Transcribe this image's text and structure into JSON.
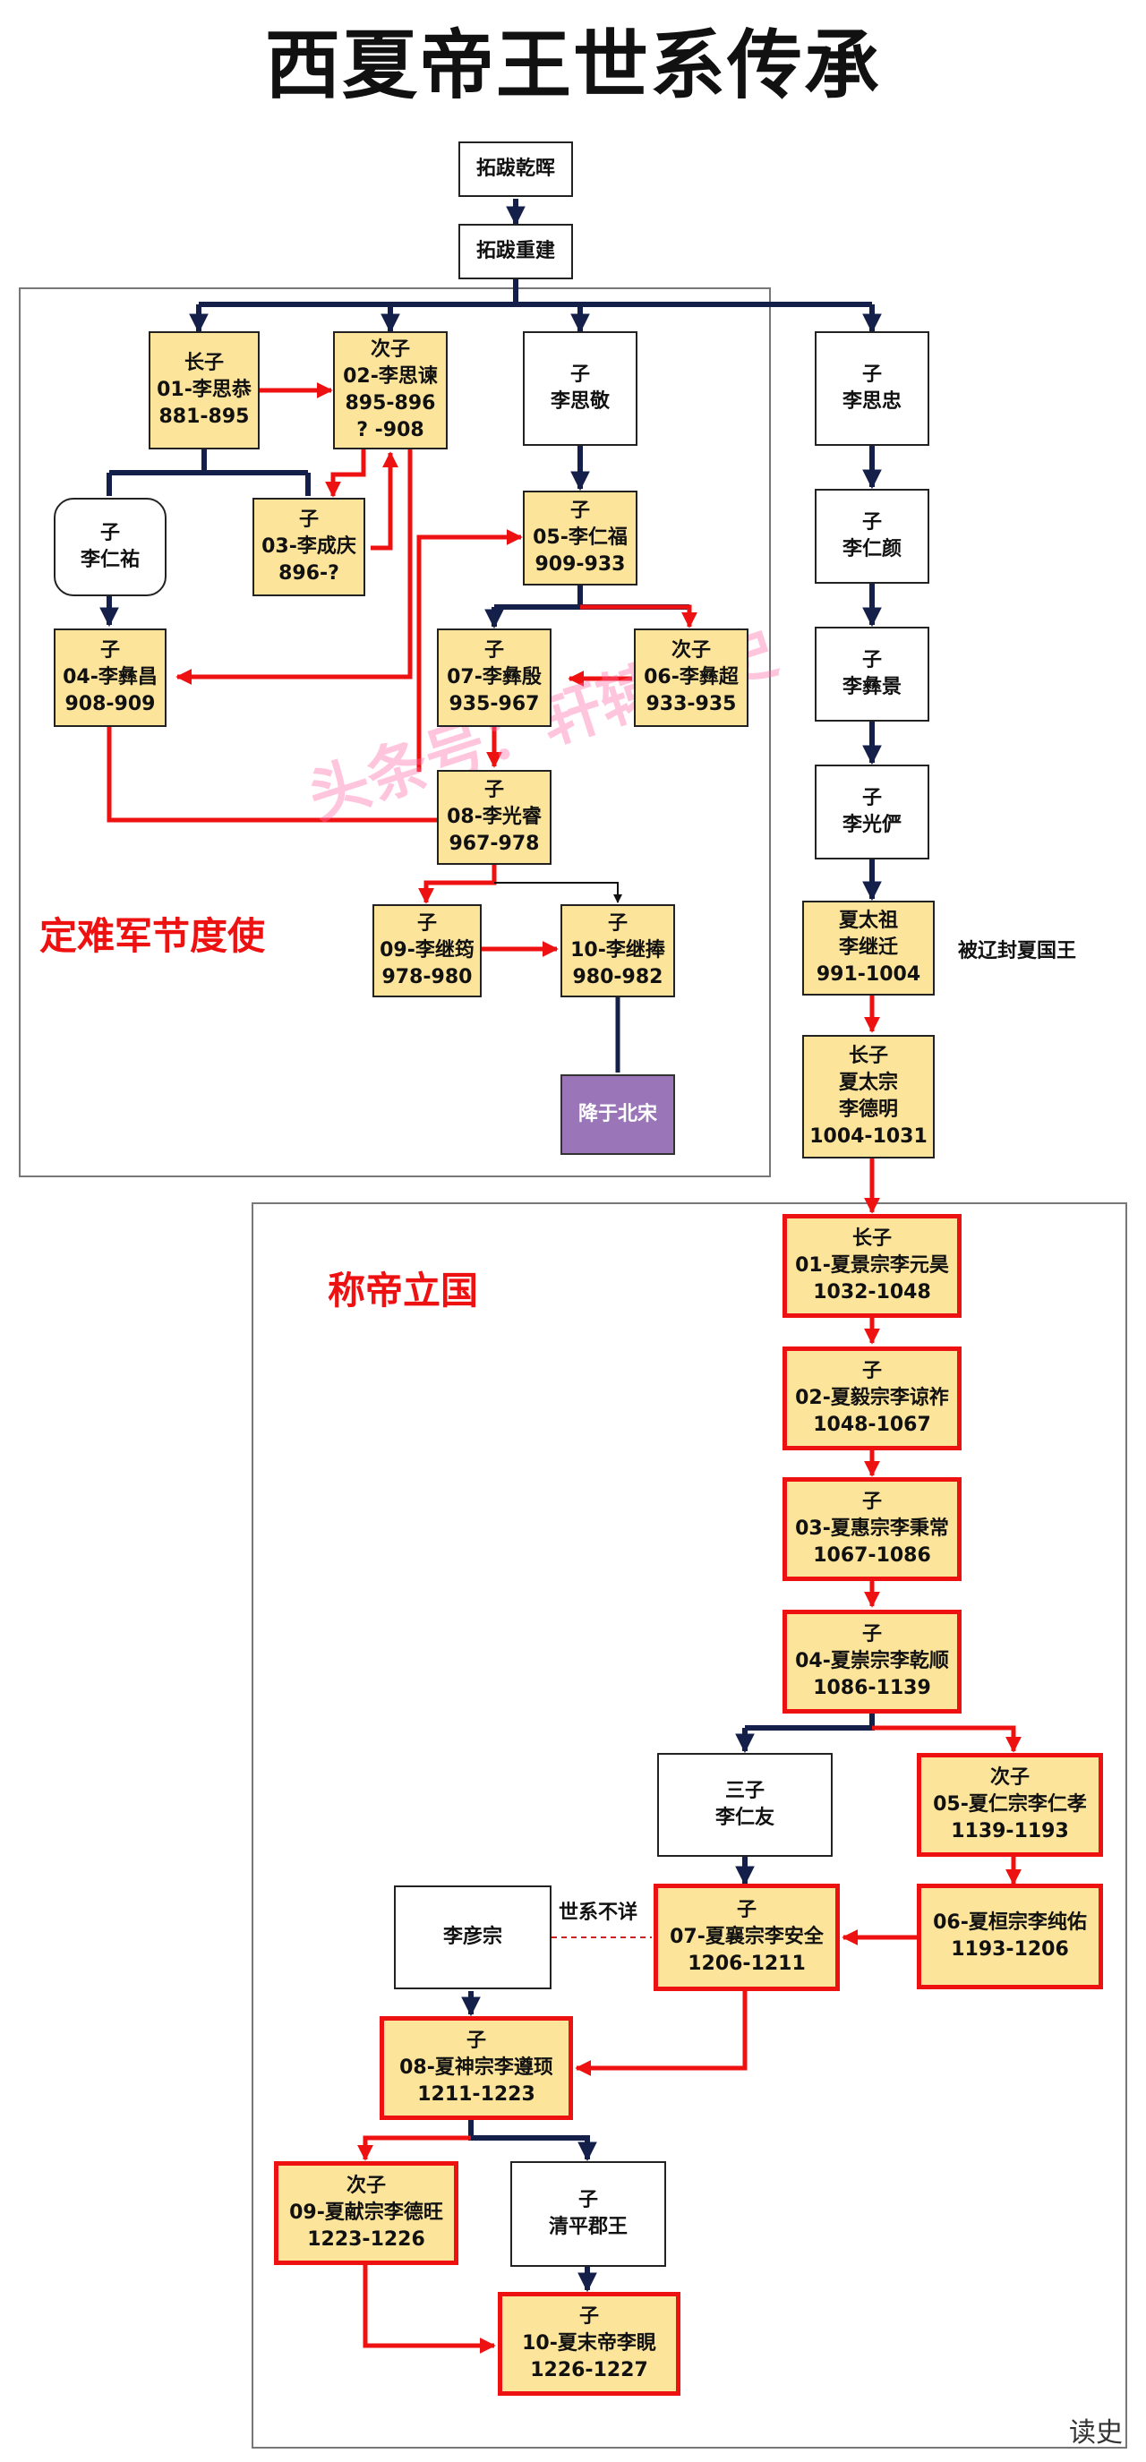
{
  "title": "西夏帝王世系传承",
  "sections": {
    "jiedushi": "定难军节度使",
    "chengdi": "称帝立国"
  },
  "notes": {
    "liao": "被辽封夏国王",
    "unknown": "世系不详"
  },
  "watermark": "头条号：轩辕读史",
  "corner_mark": "读史",
  "colors": {
    "highlight_fill": "#fce49a",
    "emperor_border": "#ee1111",
    "arrow_red": "#ee1111",
    "arrow_navy": "#14204a",
    "surrender_fill": "#9a76b8"
  },
  "nodes": {
    "tuoba_qianhui": [
      "拓跋乾晖"
    ],
    "tuoba_chongjian": [
      "拓跋重建"
    ],
    "li_sigong": [
      "长子",
      "01-李思恭",
      "881-895"
    ],
    "li_sijian": [
      "次子",
      "02-李思谏",
      "895-896",
      "? -908"
    ],
    "li_sijing": [
      "子",
      "李思敬"
    ],
    "li_sizhong": [
      "子",
      "李思忠"
    ],
    "li_renyou": [
      "子",
      "李仁祐"
    ],
    "li_chengqing": [
      "子",
      "03-李成庆",
      "896-?"
    ],
    "li_renfu": [
      "子",
      "05-李仁福",
      "909-933"
    ],
    "li_renyan": [
      "子",
      "李仁颜"
    ],
    "li_yichang": [
      "子",
      "04-李彝昌",
      "908-909"
    ],
    "li_yiyin": [
      "子",
      "07-李彝殷",
      "935-967"
    ],
    "li_yichao": [
      "次子",
      "06-李彝超",
      "933-935"
    ],
    "li_yijing": [
      "子",
      "李彝景"
    ],
    "li_guangrui": [
      "子",
      "08-李光睿",
      "967-978"
    ],
    "li_guangyan": [
      "子",
      "李光俨"
    ],
    "li_jiyun": [
      "子",
      "09-李继筠",
      "978-980"
    ],
    "li_jipeng": [
      "子",
      "10-李继捧",
      "980-982"
    ],
    "surrender": [
      "降于北宋"
    ],
    "li_jiqian": [
      "夏太祖",
      "李继迁",
      "991-1004"
    ],
    "li_deming": [
      "长子",
      "夏太宗",
      "李德明",
      "1004-1031"
    ],
    "jingzong": [
      "长子",
      "01-夏景宗李元昊",
      "1032-1048"
    ],
    "yizong": [
      "子",
      "02-夏毅宗李谅祚",
      "1048-1067"
    ],
    "huizong": [
      "子",
      "03-夏惠宗李秉常",
      "1067-1086"
    ],
    "chongzong": [
      "子",
      "04-夏崇宗李乾顺",
      "1086-1139"
    ],
    "li_renyou2": [
      "三子",
      "李仁友"
    ],
    "renzong": [
      "次子",
      "05-夏仁宗李仁孝",
      "1139-1193"
    ],
    "li_yanzong": [
      "李彦宗"
    ],
    "xiangzong": [
      "子",
      "07-夏襄宗李安全",
      "1206-1211"
    ],
    "huanzong": [
      "06-夏桓宗李纯佑",
      "1193-1206"
    ],
    "shenzong": [
      "子",
      "08-夏神宗李遵顼",
      "1211-1223"
    ],
    "xianzong": [
      "次子",
      "09-夏献宗李德旺",
      "1223-1226"
    ],
    "qingping": [
      "子",
      "清平郡王"
    ],
    "modi": [
      "子",
      "10-夏末帝李睍",
      "1226-1227"
    ]
  }
}
